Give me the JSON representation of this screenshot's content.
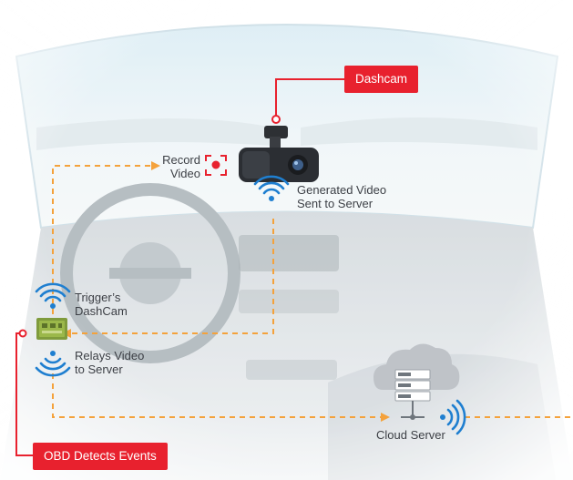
{
  "labels": {
    "dashcam": "Dashcam",
    "record_video": [
      "Record",
      "Video"
    ],
    "generated_video": [
      "Generated Video",
      "Sent to Server"
    ],
    "triggers": [
      "Trigger’s",
      "DashCam"
    ],
    "relays_video": [
      "Relays Video",
      "to Server"
    ],
    "cloud_server": "Cloud Server",
    "obd_detects": "OBD Detects Events"
  },
  "colors": {
    "accent_red": "#e8212e",
    "flow_orange": "#f4a23c",
    "wireless_blue": "#1f7fd0",
    "text_dark": "#3c3f45"
  },
  "icons": [
    "dashcam-icon",
    "record-target-icon",
    "wifi-icon",
    "obd-device-icon",
    "cloud-server-icon"
  ]
}
